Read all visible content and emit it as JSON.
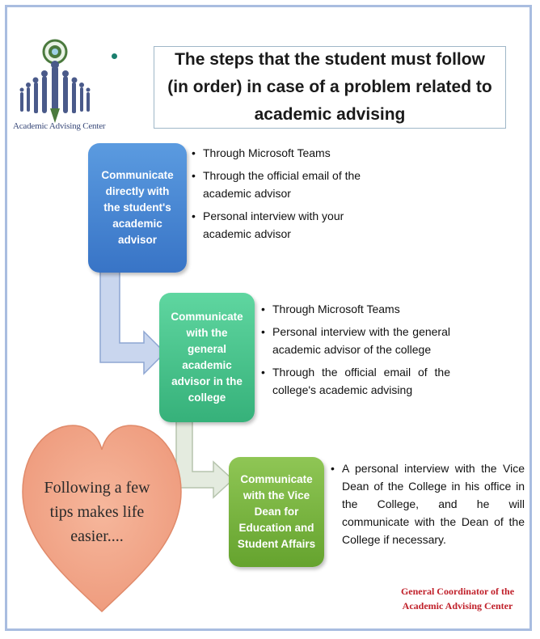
{
  "header": {
    "logo_caption": "Academic Advising Center",
    "title": "The steps that the student must follow (in order) in case of a problem related to academic advising"
  },
  "steps": [
    {
      "label": "Communicate directly with the student's academic advisor",
      "bullets": [
        "Through Microsoft Teams",
        "Through the official email of the academic advisor",
        "Personal interview with your academic advisor"
      ]
    },
    {
      "label": "Communicate with the general academic advisor in the college",
      "bullets": [
        "Through Microsoft Teams",
        "Personal interview with the general academic advisor of the college",
        "Through the official email of the college's academic advising"
      ]
    },
    {
      "label": "Communicate with the Vice Dean for Education and Student Affairs",
      "bullets": [
        "A personal interview with the Vice Dean of the College in his office in the College, and he will communicate with the Dean of the College if necessary."
      ]
    }
  ],
  "tip": "Following a few tips makes life easier....",
  "footer": {
    "coordinator": "General Coordinator of the Academic Advising Center"
  },
  "colors": {
    "step1": "#4a8bd8",
    "step2": "#47c38c",
    "step3": "#78b342",
    "heart": "#f2a98c",
    "coordinator_text": "#c0202a"
  },
  "icons": [
    "logo-emblem-icon",
    "heart-shape",
    "bent-arrow"
  ]
}
